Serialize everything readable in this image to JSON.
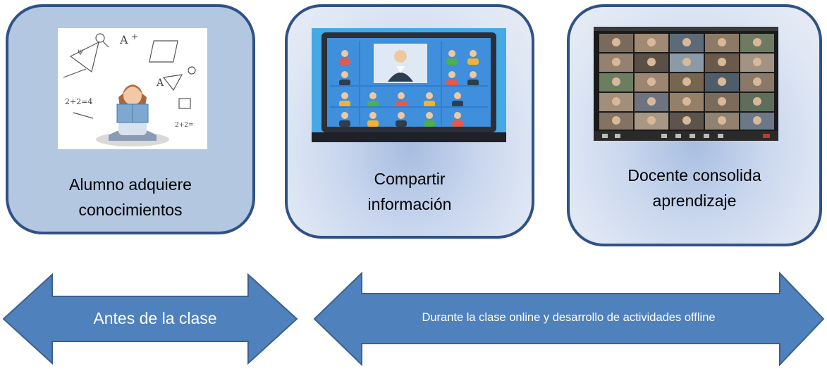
{
  "cards": [
    {
      "lines": [
        "Alumno adquiere",
        "conocimientos"
      ],
      "image": "student-studying-illustration"
    },
    {
      "lines": [
        "Compartir",
        "información"
      ],
      "image": "laptop-video-call-illustration"
    },
    {
      "lines": [
        "Docente consolida",
        "aprendizaje"
      ],
      "image": "video-conference-grid-screenshot"
    }
  ],
  "arrows": [
    {
      "label": "Antes de la clase"
    },
    {
      "label": "Durante la clase online y desarrollo de actividades offline"
    }
  ],
  "colors": {
    "card_border": "#2f5286",
    "card_fill": "#b3c7e1",
    "arrow_fill": "#4f81bd",
    "arrow_stroke": "#3a6190",
    "arrow_text": "#ffffff"
  }
}
